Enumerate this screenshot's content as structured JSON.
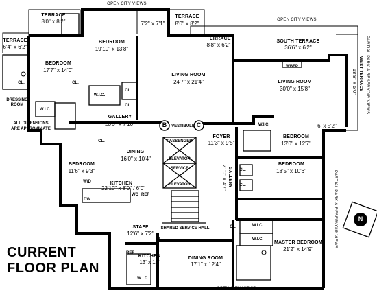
{
  "views": {
    "top": "OPEN CITY VIEWS",
    "top_right": "OPEN CITY VIEWS",
    "bottom": "OPEN CITY VIEWS",
    "right_upper": "PARTIAL PARK & RESERVOIR VIEWS",
    "right_lower": "PARTIAL PARK & RESERVOIR VIEWS"
  },
  "rooms": {
    "terrace_nw": {
      "name": "TERRACE",
      "dim": "8'0\" x 8'2\""
    },
    "terrace_w": {
      "name": "TERRACE",
      "dim": "6'4\" x 6'2\""
    },
    "bedroom_w": {
      "name": "BEDROOM",
      "dim": "17'7\" x 14'0\""
    },
    "bedroom_n": {
      "name": "BEDROOM",
      "dim": "19'10\" x 13'8\""
    },
    "terrace_n_dim": "7'2\" x 7'1\"",
    "terrace_ne": {
      "name": "TERRACE",
      "dim": "8'0\" x 8'2\""
    },
    "terrace_e": {
      "name": "TERRACE",
      "dim": "8'8\" x 6'2\""
    },
    "south_terrace": {
      "name": "SOUTH TERRACE",
      "dim": "36'6\" x 6'2\""
    },
    "west_terrace": {
      "name": "WEST TERRACE",
      "dim": "18'8\" x 5'0\""
    },
    "living_room_1": {
      "name": "LIVING ROOM",
      "dim": "24'7\" x 21'4\""
    },
    "living_room_2": {
      "name": "LIVING ROOM",
      "dim": "30'0\" x 15'8\""
    },
    "wbfp": "WBFP",
    "dressing_room": "DRESSING ROOM",
    "gallery_1": {
      "name": "GALLERY",
      "dim": "23'9\" x 7'10\""
    },
    "dining": {
      "name": "DINING",
      "dim": "16'0\" x 10'4\""
    },
    "bedroom_sw": {
      "name": "BEDROOM",
      "dim": "11'6\" x 9'3\""
    },
    "kitchen_1": {
      "name": "KITCHEN",
      "dim": "22'10\" x 8'0\" / 6'0\""
    },
    "staff": {
      "name": "STAFF",
      "dim": "12'6\" x 7'2\""
    },
    "kitchen_2": {
      "name": "KITCHEN",
      "dim": "13' x 10'"
    },
    "dining_room": {
      "name": "DINING ROOM",
      "dim": "17'1\" x 12'4\""
    },
    "foyer": {
      "name": "FOYER",
      "dim": "11'3\" x 9'5\""
    },
    "vestibule": "VESTIBULE",
    "passenger_elevator": [
      "PASSENGER",
      "ELEVATOR"
    ],
    "service_elevator": [
      "SERVICE",
      "ELEVATOR"
    ],
    "shared_hall": "SHARED SERVICE HALL",
    "gallery_2": {
      "name": "GALLERY",
      "dim": "21'0\" x 4'7\""
    },
    "bedroom_e": {
      "name": "BEDROOM",
      "dim": "13'0\" x 12'7\""
    },
    "bedroom_e_balcony": "6' x 5'2\"",
    "bedroom_se": {
      "name": "BEDROOM",
      "dim": "18'5\" x 10'6\""
    },
    "master_bedroom": {
      "name": "MASTER BEDROOM",
      "dim": "21'2\" x 14'9\""
    }
  },
  "closets": {
    "cl": "CL.",
    "wic": "W.I.C."
  },
  "fixtures": {
    "wd": "W/D",
    "dw": "DW",
    "wo": "WO",
    "ref": "REF",
    "w": "W",
    "d": "D",
    "ref2": "REF"
  },
  "markers": {
    "b": "B",
    "c": "C",
    "north": "N"
  },
  "note": [
    "ALL DIMENSIONS",
    "ARE APPROXIMATE"
  ],
  "title": [
    "CURRENT",
    "FLOOR PLAN"
  ]
}
